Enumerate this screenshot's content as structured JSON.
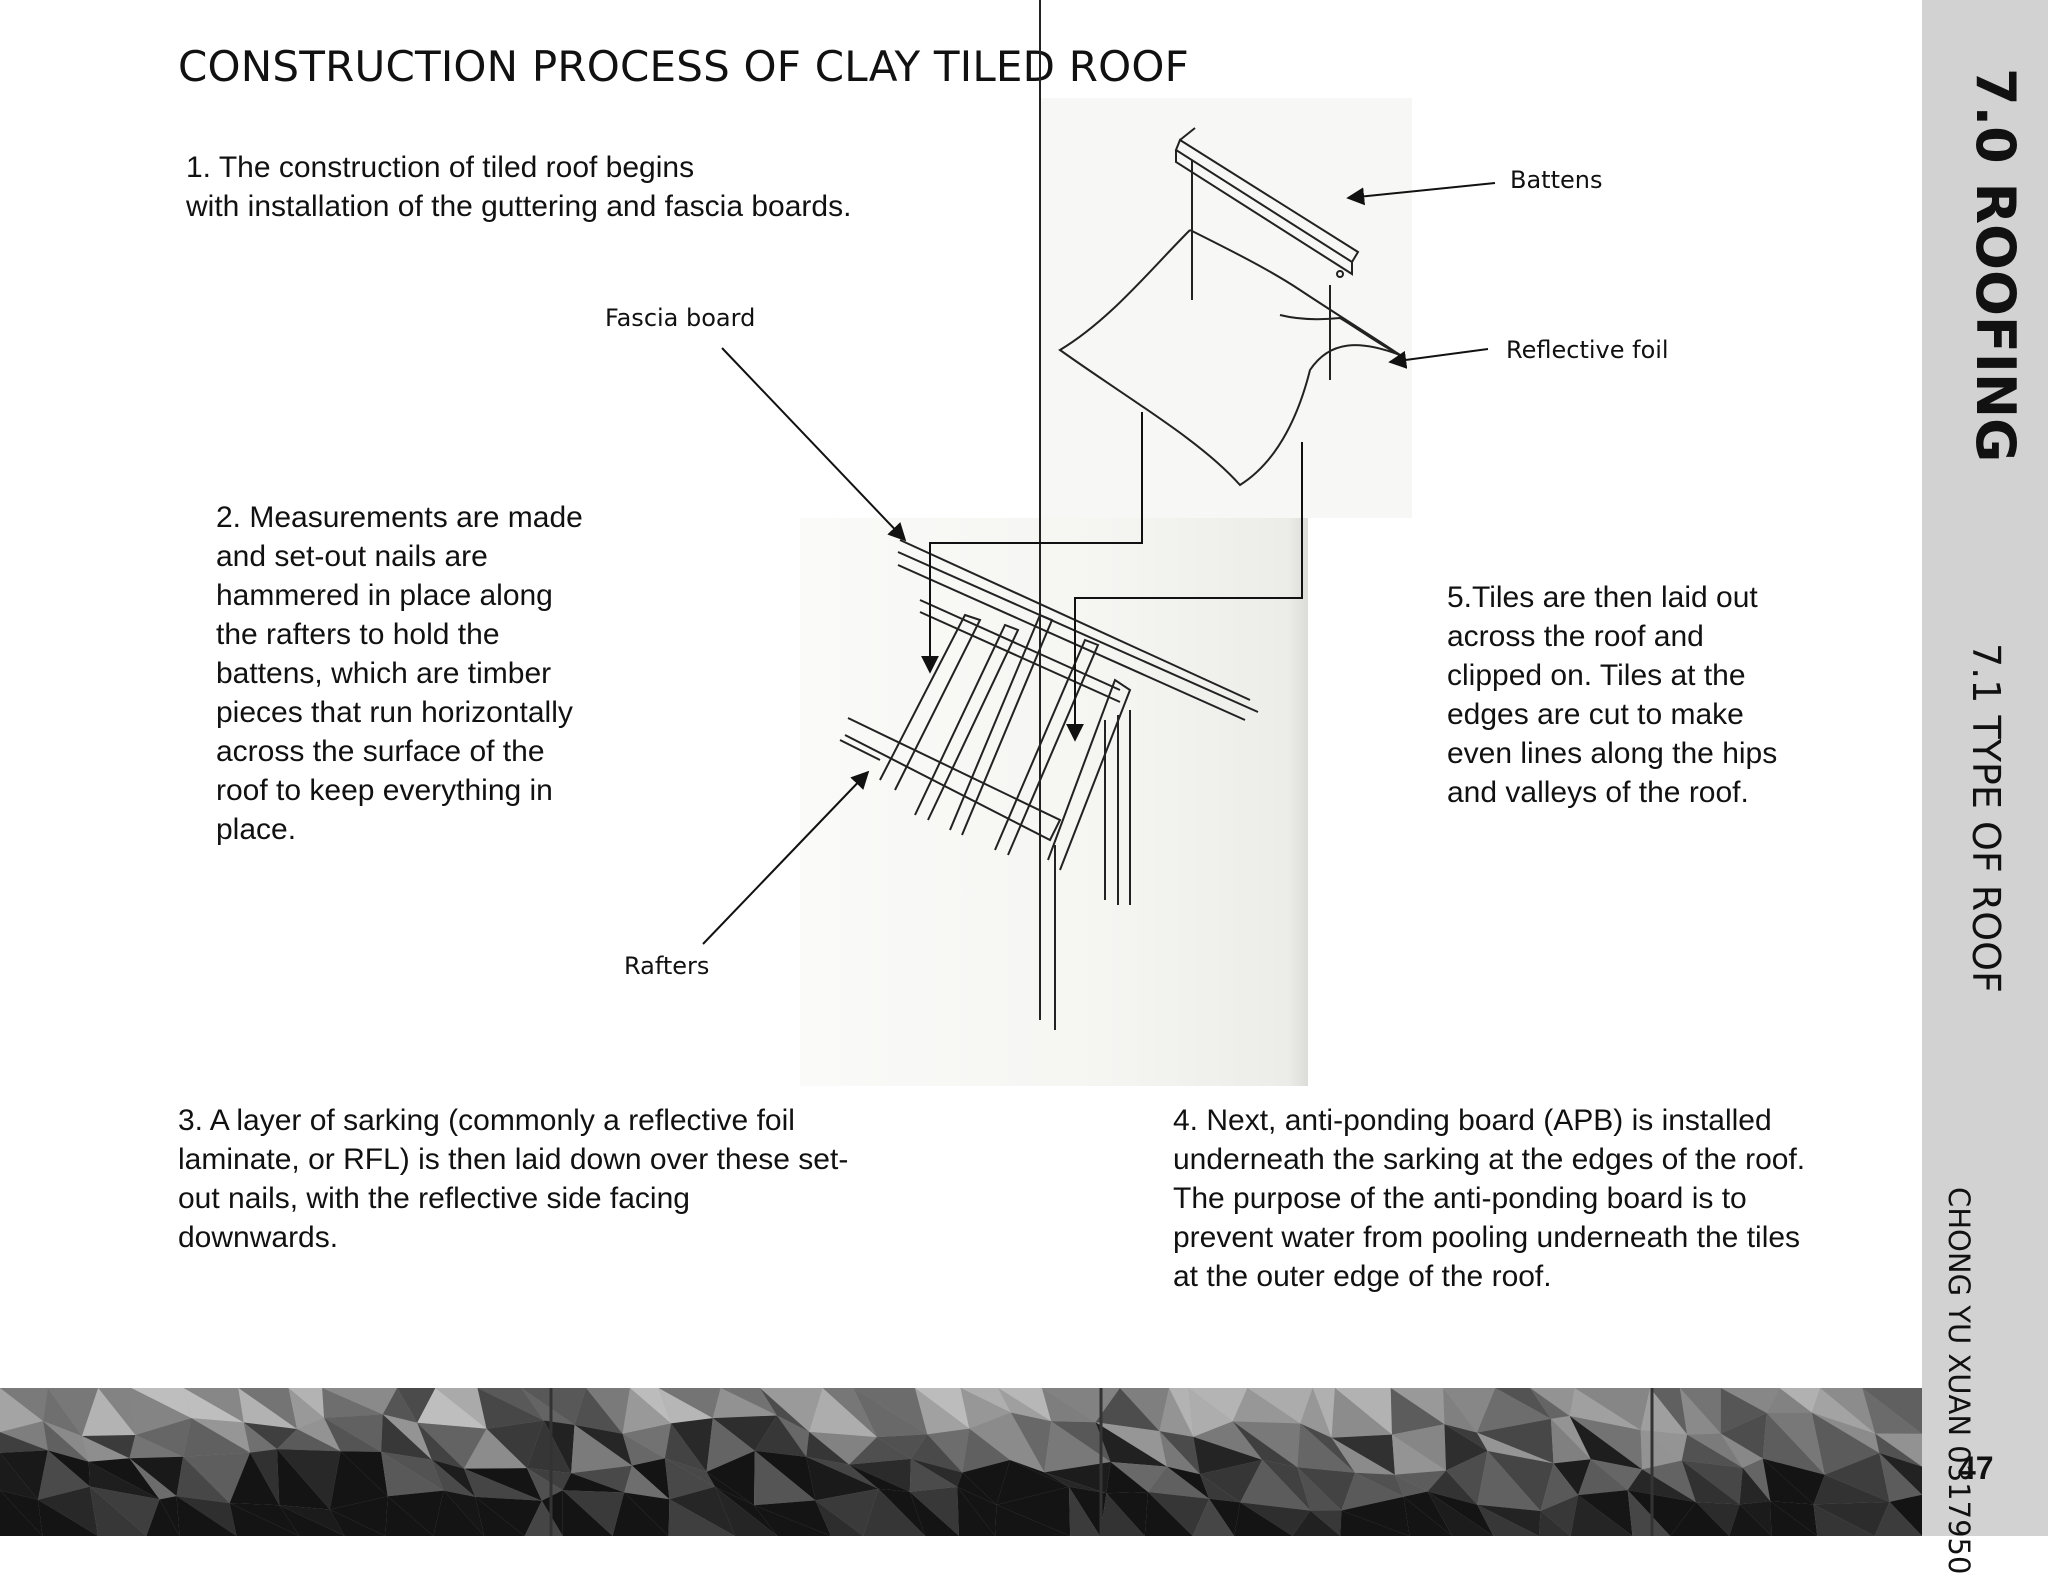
{
  "title": "CONSTRUCTION PROCESS OF CLAY TILED ROOF",
  "steps": {
    "step1": [
      "1. The construction of tiled roof begins",
      "with installation of the guttering and fascia boards."
    ],
    "step2": [
      "2. Measurements are made",
      "and set-out nails are",
      "hammered in place along",
      "the rafters to hold the",
      "battens, which are timber",
      "pieces that run horizontally",
      "across the surface of the",
      "roof to keep everything in",
      "place."
    ],
    "step3": [
      "3. A layer of sarking (commonly a reflective foil",
      "laminate, or RFL) is then laid down over these set-",
      "out nails, with the reflective side facing",
      "downwards."
    ],
    "step4": [
      "4. Next, anti-ponding board (APB) is installed",
      "underneath the sarking at the edges of the roof.",
      "The purpose of the anti-ponding board is to",
      "prevent water from pooling underneath the tiles",
      "at the outer edge of the roof."
    ],
    "step5": [
      "5.Tiles are then laid out",
      "across the roof and",
      "clipped on. Tiles at the",
      "edges are cut to make",
      "even lines along the hips",
      "and valleys of the roof."
    ]
  },
  "labels": {
    "battens": "Battens",
    "reflective_foil": "Reflective foil",
    "fascia_board": "Fascia board",
    "rafters": "Rafters"
  },
  "sidebar": {
    "section": "7.0 ROOFING",
    "subsection": "7.1 TYPE OF ROOF",
    "author_name": "CHONG YU XUAN",
    "author_id": "0317950",
    "page_number": "47"
  }
}
